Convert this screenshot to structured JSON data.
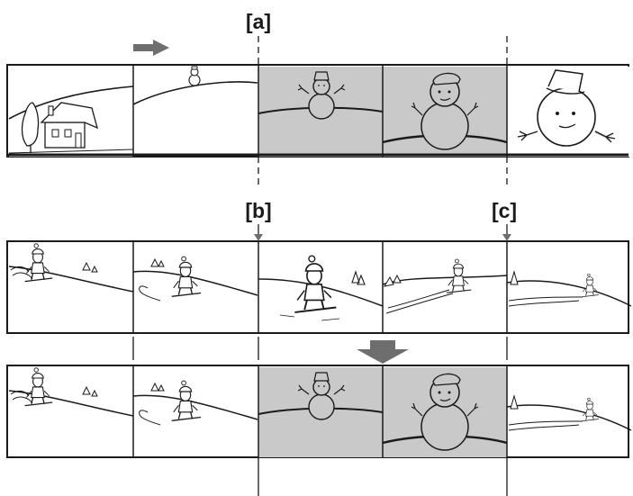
{
  "markers": {
    "a": "[a]",
    "b": "[b]",
    "c": "[c]"
  },
  "colors": {
    "line": "#1a1a1a",
    "gray_frame": "#c9c9c9",
    "arrow": "#6e6e6e",
    "background": "#ffffff"
  },
  "strips": [
    {
      "id": "source-a",
      "frames": [
        "house-scene",
        "snowman-far",
        "snowman-mid-gray",
        "snowman-close-gray",
        "snowman-closeup"
      ]
    },
    {
      "id": "source-b",
      "frames": [
        "skier-1",
        "skier-2",
        "skier-3",
        "skier-4",
        "skier-5"
      ]
    },
    {
      "id": "result",
      "frames": [
        "skier-1",
        "skier-2",
        "snowman-mid-gray",
        "snowman-close-gray",
        "skier-5"
      ]
    }
  ],
  "icons": [
    "playback-direction-arrow",
    "down-arrow-icon",
    "result-arrow-icon"
  ]
}
